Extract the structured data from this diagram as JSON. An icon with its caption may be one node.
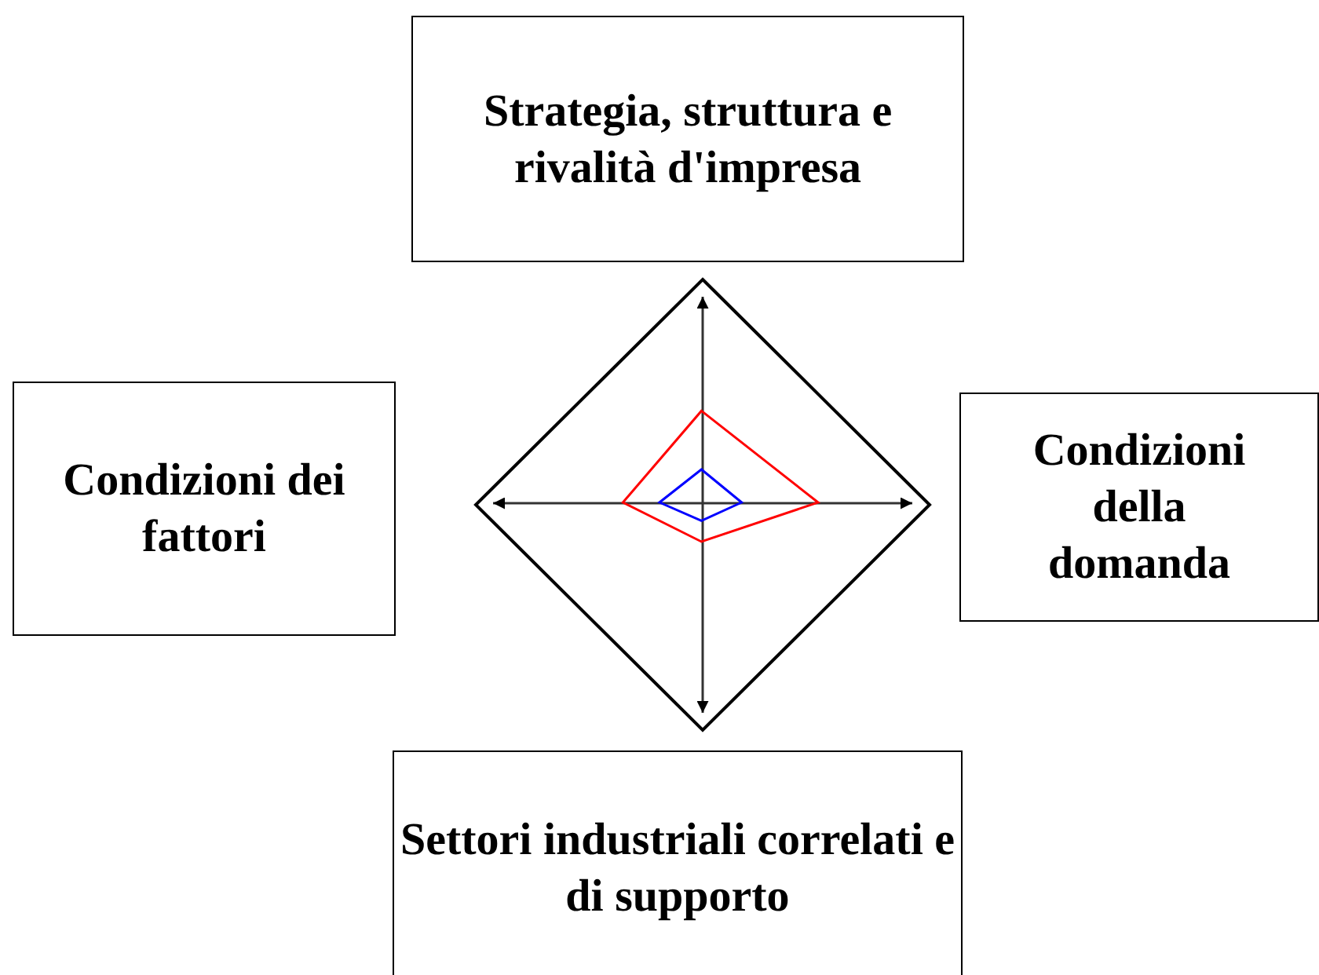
{
  "diagram": {
    "nodes": [
      {
        "text": [
          "Strategia, struttura e rivalità d'impresa"
        ]
      },
      {
        "text": [
          "Condizioni dei fattori"
        ]
      },
      {
        "text": [
          "Condizioni della domanda"
        ]
      },
      {
        "text": [
          "Settori industriali correlati e di supporto"
        ]
      },
      {
        "text": [],
        "shape": "diamond"
      }
    ],
    "edges": []
  }
}
